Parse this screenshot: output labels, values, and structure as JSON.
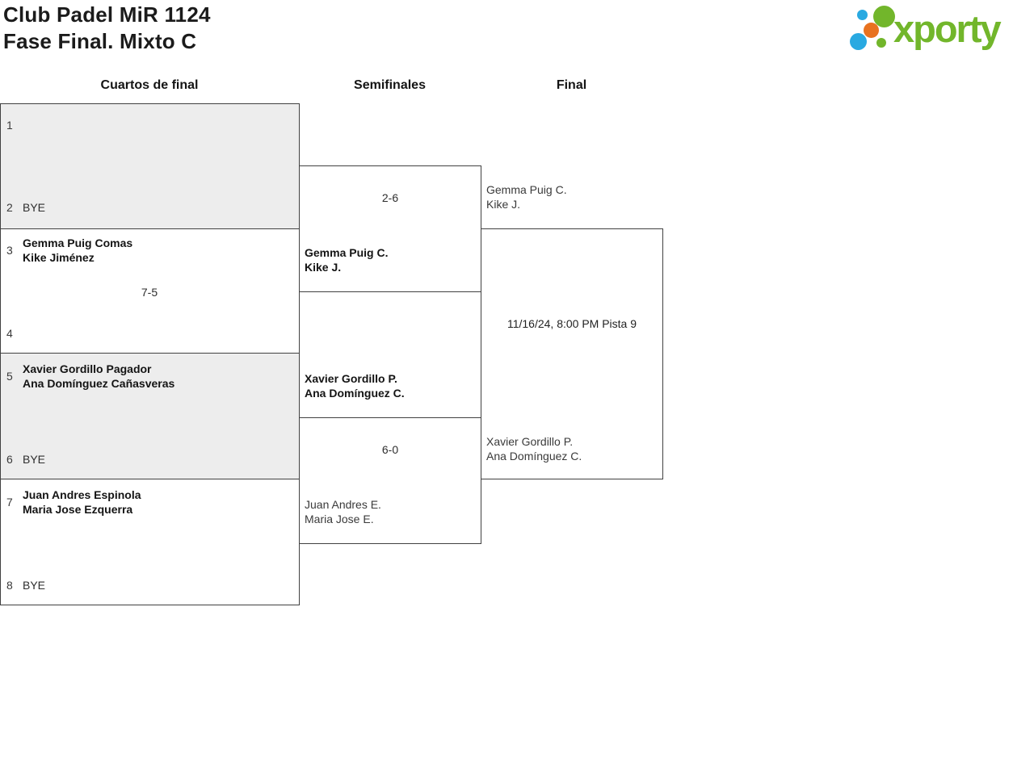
{
  "page": {
    "title_line1": "Club Padel MiR 1124",
    "title_line2": "Fase Final. Mixto C"
  },
  "logo": {
    "brand": "xporty",
    "colors": {
      "green": "#72b62b",
      "blue": "#29a9e1",
      "orange": "#e8721f"
    }
  },
  "rounds": {
    "quarterfinals_label": "Cuartos de final",
    "semifinals_label": "Semifinales",
    "final_label": "Final"
  },
  "bracket": {
    "quarterfinals": [
      {
        "seed_top": "1",
        "seed_bottom": "2",
        "bottom_label": "BYE"
      },
      {
        "seed_top": "3",
        "top_name_1": "Gemma Puig Comas",
        "top_name_2": "Kike Jiménez",
        "score": "7-5",
        "seed_bottom": "4"
      },
      {
        "seed_top": "5",
        "top_name_1": "Xavier Gordillo Pagador",
        "top_name_2": "Ana Domínguez Cañasveras",
        "seed_bottom": "6",
        "bottom_label": "BYE"
      },
      {
        "seed_top": "7",
        "top_name_1": "Juan Andres Espinola",
        "top_name_2": "Maria Jose Ezquerra",
        "seed_bottom": "8",
        "bottom_label": "BYE"
      }
    ],
    "semifinals": [
      {
        "score": "2-6",
        "advancing_1": "Gemma Puig C.",
        "advancing_2": "Kike J."
      },
      {
        "entrant_top_1": "Xavier Gordillo P.",
        "entrant_top_2": "Ana Domínguez C.",
        "score": "6-0",
        "entrant_bottom_1": "Juan Andres E.",
        "entrant_bottom_2": "Maria Jose E."
      }
    ],
    "final": {
      "entrant_top_1": "Gemma Puig C.",
      "entrant_top_2": "Kike J.",
      "schedule": "11/16/24, 8:00 PM Pista 9",
      "entrant_bottom_1": "Xavier Gordillo P.",
      "entrant_bottom_2": "Ana Domínguez C."
    }
  }
}
